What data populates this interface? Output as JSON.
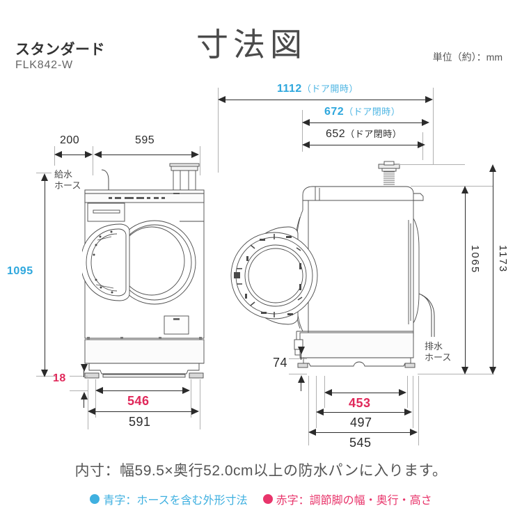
{
  "header": {
    "product_name": "スタンダード",
    "model_number": "FLK842-W",
    "title": "寸法図",
    "unit_note": "単位（約）：mm"
  },
  "front_view": {
    "top_dims": [
      {
        "value": "200",
        "color": "black"
      },
      {
        "value": "595",
        "color": "black"
      }
    ],
    "left_height": {
      "value": "1095",
      "color": "blue"
    },
    "foot_height": {
      "value": "18",
      "color": "red"
    },
    "bottom_dims": [
      {
        "value": "546",
        "color": "red"
      },
      {
        "value": "591",
        "color": "black"
      }
    ],
    "hose_label": {
      "line1": "給水",
      "line2": "ホース"
    }
  },
  "side_view": {
    "top_dims": [
      {
        "value": "1112",
        "note": "（ドア開時）",
        "color": "blue"
      },
      {
        "value": "672",
        "note": "（ドア閉時）",
        "color": "blue"
      },
      {
        "value": "652",
        "note": "（ドア閉時）",
        "color": "black"
      }
    ],
    "right_heights": [
      {
        "value": "1065",
        "color": "black"
      },
      {
        "value": "1173",
        "color": "black"
      }
    ],
    "foot_height": {
      "value": "74",
      "color": "black"
    },
    "bottom_dims": [
      {
        "value": "453",
        "color": "red"
      },
      {
        "value": "497",
        "color": "black"
      },
      {
        "value": "545",
        "color": "black"
      }
    ],
    "hose_label": {
      "line1": "排水",
      "line2": "ホース"
    }
  },
  "footer": {
    "inner_note": "内寸：幅59.5×奥行52.0cm以上の防水パンに入ります。",
    "legend": [
      {
        "dot_color": "#3fb0e0",
        "text": "青字：ホースを含む外形寸法",
        "class": "legend-blue"
      },
      {
        "dot_color": "#e8356b",
        "text": "赤字：調節脚の幅・奥行・高さ",
        "class": "legend-red"
      }
    ]
  },
  "colors": {
    "blue": "#2ea7dd",
    "red": "#e0285a",
    "line": "#2b2b2b",
    "extension": "#b0b0b0"
  }
}
